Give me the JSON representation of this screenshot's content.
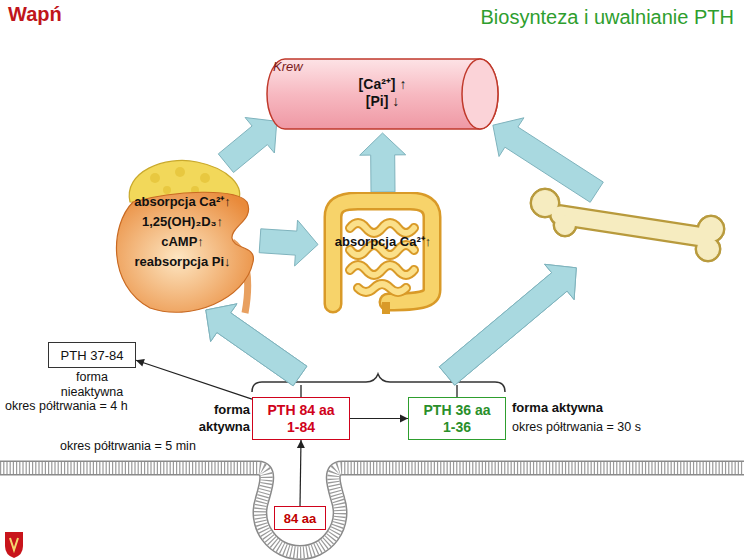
{
  "diagram": {
    "title": "Biosynteza i uwalnianie PTH",
    "nodes": [
      {
        "text": [
          "Krew",
          "[Ca²⁺] ↑",
          "[Pi] ↓"
        ]
      },
      {
        "text": [
          "absorpcja Ca²⁺↑",
          "1,25(OH)₂D₃↑",
          "cAMP↑",
          "reabsorpcja Pi↓"
        ]
      },
      {
        "text": [
          "absorpcja Ca²⁺↑"
        ]
      },
      {
        "text": []
      },
      {
        "text": [
          "PTH 37-84"
        ]
      },
      {
        "text": [
          "PTH 84 aa",
          "1-84"
        ]
      },
      {
        "text": [
          "PTH 36 aa",
          "1-36"
        ]
      },
      {
        "text": [
          "84 aa"
        ]
      }
    ],
    "edges": [
      {
        "from": 1,
        "to": 0,
        "arrow": "to"
      },
      {
        "from": 2,
        "to": 0,
        "arrow": "to"
      },
      {
        "from": 3,
        "to": 0,
        "arrow": "to"
      },
      {
        "from": 1,
        "to": 2,
        "arrow": "to"
      },
      {
        "from": 5,
        "to": 1,
        "arrow": "to"
      },
      {
        "from": 6,
        "to": 1,
        "arrow": "to"
      },
      {
        "from": 5,
        "to": 3,
        "arrow": "to"
      },
      {
        "from": 6,
        "to": 3,
        "arrow": "to"
      },
      {
        "from": 5,
        "to": 4,
        "arrow": "to"
      },
      {
        "from": 5,
        "to": 6,
        "arrow": "to"
      },
      {
        "from": 7,
        "to": 5,
        "arrow": "to"
      }
    ],
    "labels": [
      "Wapń",
      "forma nieaktywna",
      "okres półtrwania = 4 h",
      "forma aktywna",
      "okres półtrwania = 5 min",
      "forma aktywna",
      "okres półtrwania = 30 s"
    ]
  }
}
